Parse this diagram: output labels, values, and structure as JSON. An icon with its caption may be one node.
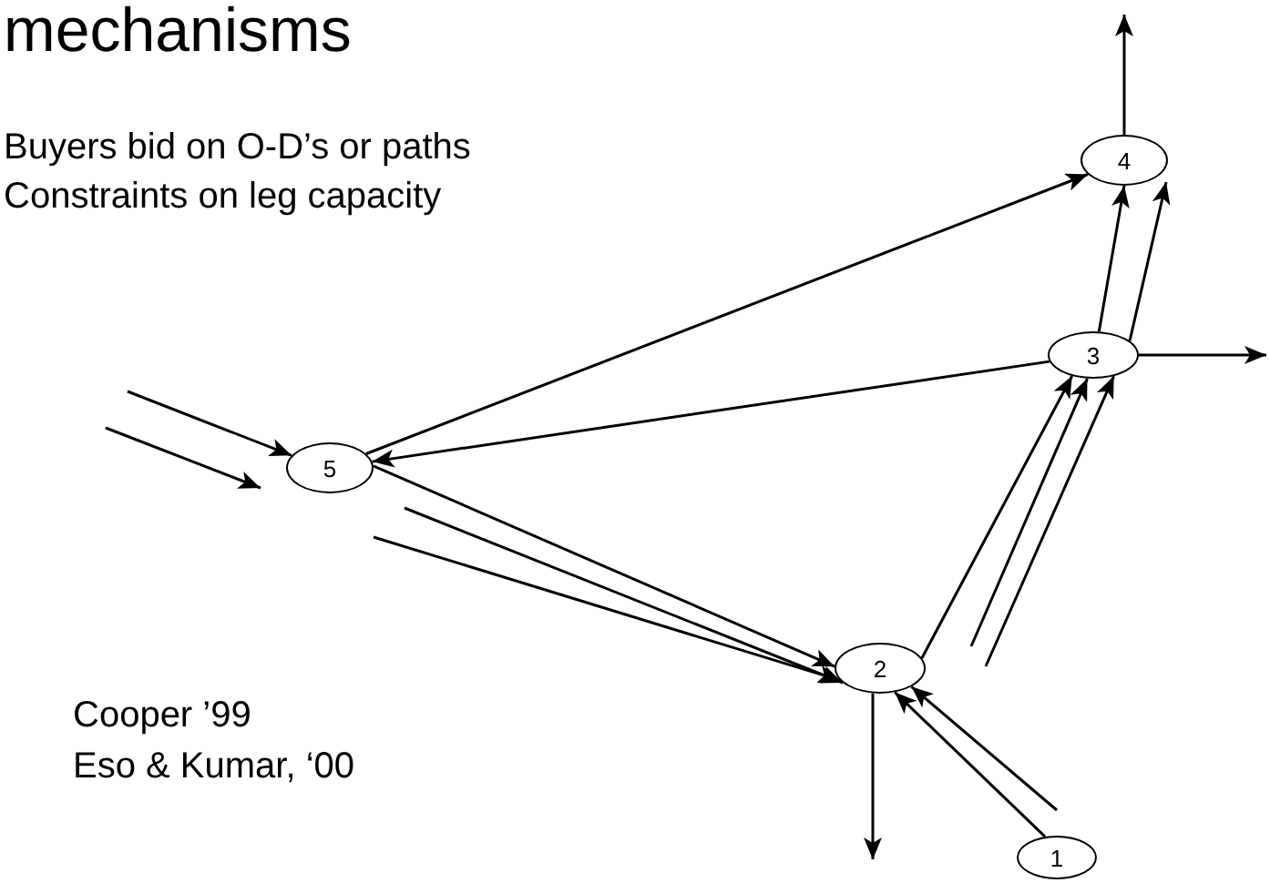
{
  "diagram": {
    "title": "mechanisms",
    "nodes": [
      {
        "text": [
          "4"
        ]
      },
      {
        "text": [
          "3"
        ]
      },
      {
        "text": [
          "5"
        ]
      },
      {
        "text": [
          "2"
        ]
      },
      {
        "text": [
          "1"
        ]
      }
    ],
    "edges": [
      {
        "from": 0,
        "to": null,
        "arrow": "to"
      },
      {
        "from": 2,
        "to": 0,
        "arrow": "to"
      },
      {
        "from": 1,
        "to": 2,
        "arrow": "to"
      },
      {
        "from": 1,
        "to": 0,
        "arrow": "to"
      },
      {
        "from": 1,
        "to": 0,
        "arrow": "to"
      },
      {
        "from": 1,
        "to": null,
        "arrow": "to"
      },
      {
        "from": 3,
        "to": 1,
        "arrow": "to"
      },
      {
        "from": null,
        "to": 1,
        "arrow": "to"
      },
      {
        "from": null,
        "to": 1,
        "arrow": "to"
      },
      {
        "from": 2,
        "to": 3,
        "arrow": "to"
      },
      {
        "from": null,
        "to": 3,
        "arrow": "to"
      },
      {
        "from": null,
        "to": 3,
        "arrow": "to"
      },
      {
        "from": null,
        "to": 2,
        "arrow": "to"
      },
      {
        "from": null,
        "to": 2,
        "arrow": "to"
      },
      {
        "from": 3,
        "to": null,
        "arrow": "to"
      },
      {
        "from": 4,
        "to": 3,
        "arrow": "to"
      },
      {
        "from": null,
        "to": 3,
        "arrow": "to"
      }
    ],
    "labels": [
      "Buyers bid on O-D’s or paths",
      "Constraints on leg capacity",
      "Cooper ’99",
      "Eso & Kumar, ‘00"
    ]
  }
}
